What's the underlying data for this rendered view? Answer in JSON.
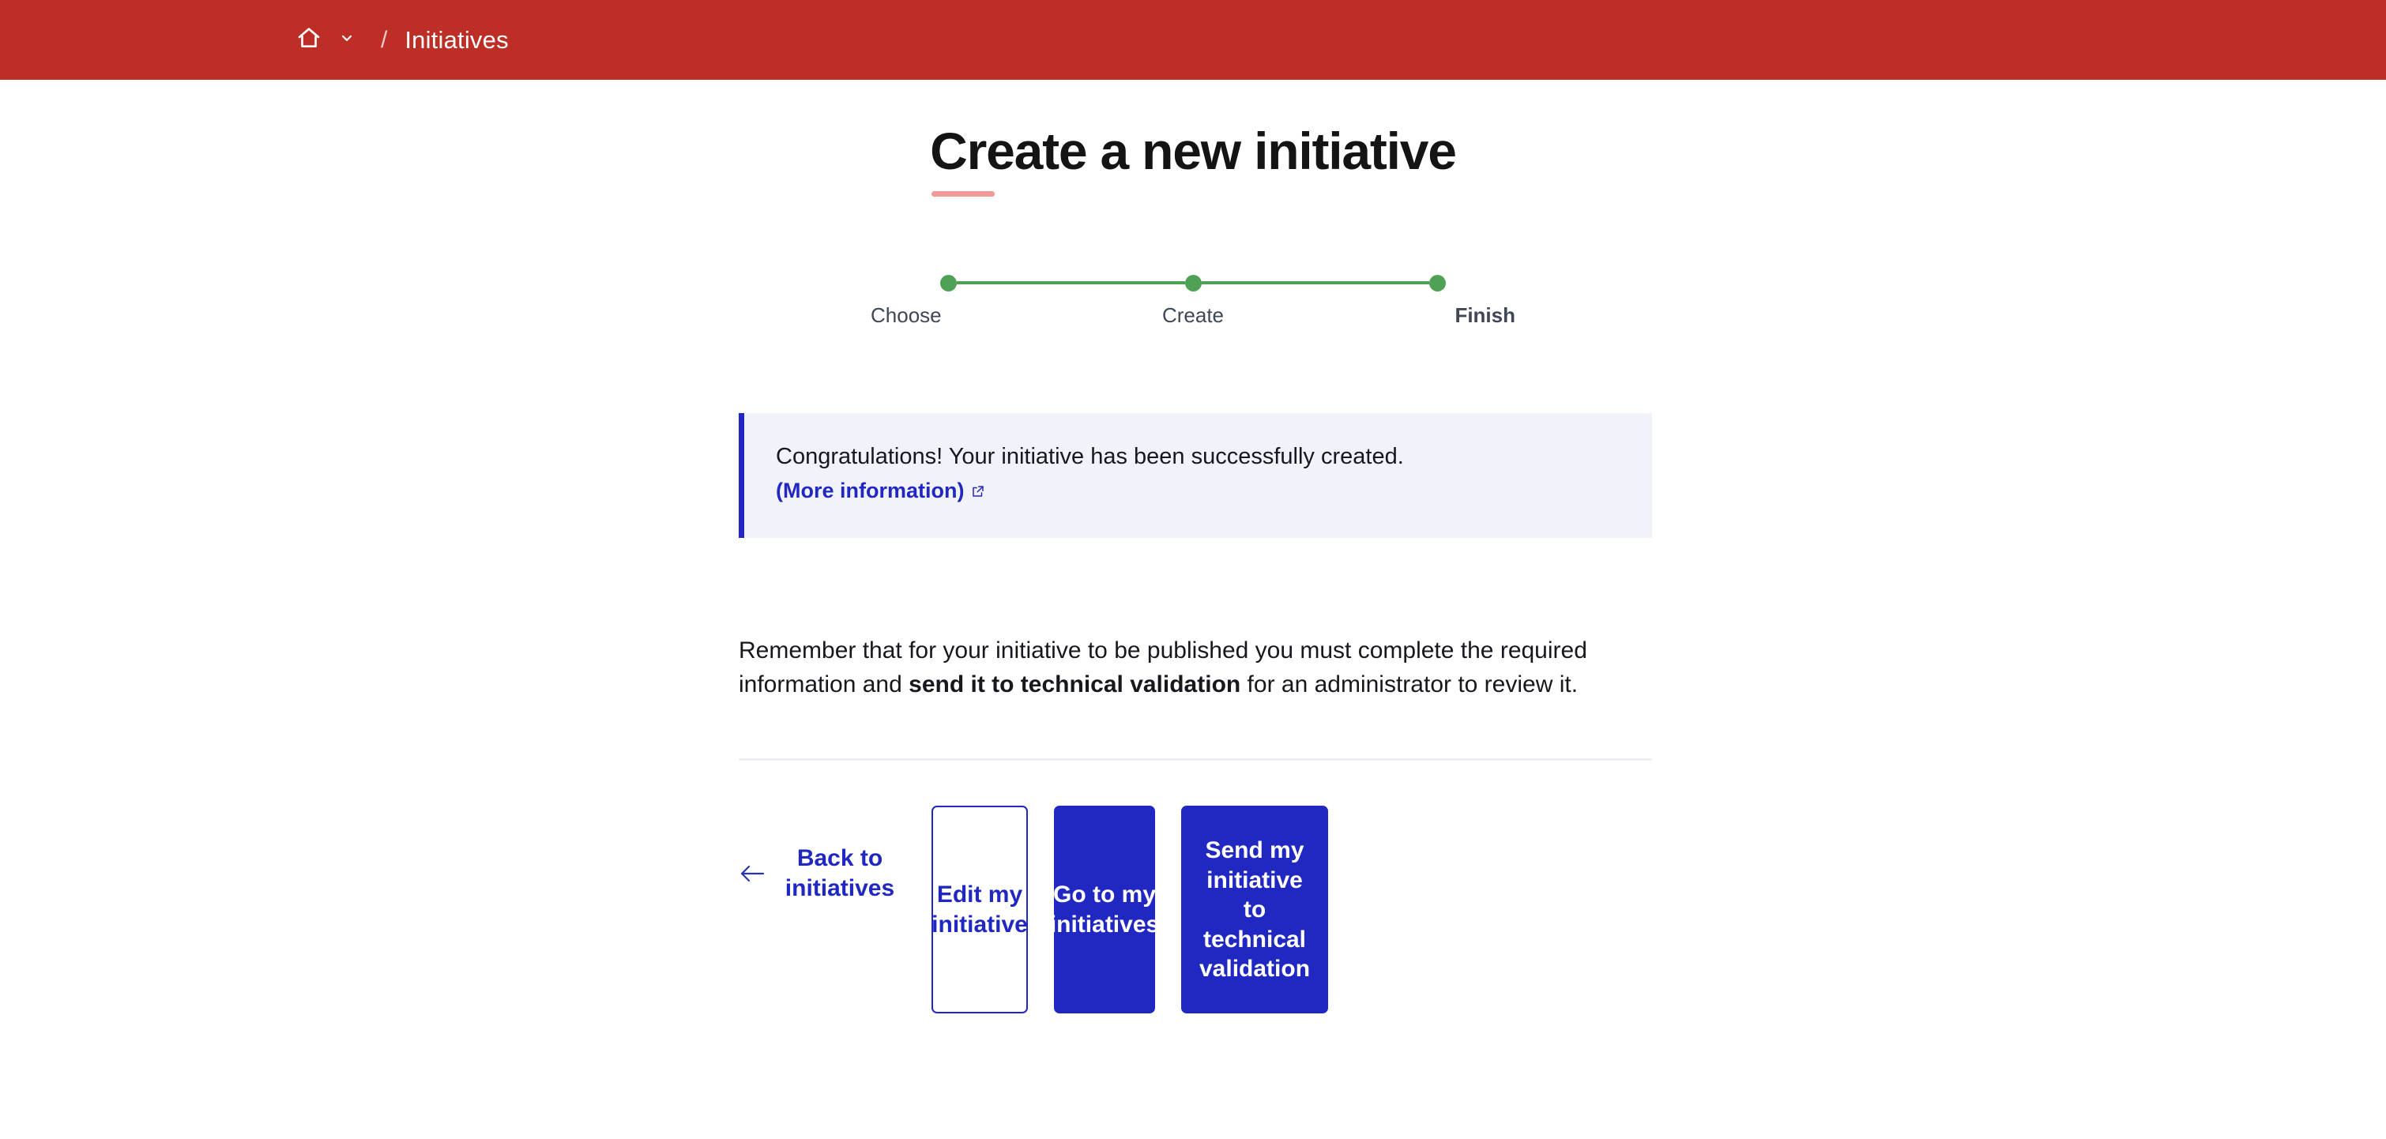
{
  "header": {
    "home_icon": "home-icon",
    "chevron_icon": "chevron-down-icon",
    "separator": "/",
    "breadcrumb_current": "Initiatives",
    "background_color": "#bc2e26"
  },
  "page": {
    "title": "Create a new initiative",
    "accent_color": "#ef9a98"
  },
  "stepper": {
    "active_color": "#4ea155",
    "steps": [
      {
        "label": "Choose",
        "state": "complete"
      },
      {
        "label": "Create",
        "state": "complete"
      },
      {
        "label": "Finish",
        "state": "current"
      }
    ]
  },
  "callout": {
    "message": "Congratulations! Your initiative has been successfully created.",
    "link_label": "(More information)",
    "link_icon": "external-link-icon",
    "background_color": "#f2f2fa",
    "border_color": "#2226c4"
  },
  "body": {
    "paragraph_part1": "Remember that for your initiative to be published you must complete the required information and ",
    "paragraph_bold": "send it to technical validation",
    "paragraph_part2": " for an administrator to review it."
  },
  "actions": {
    "back_arrow_icon": "arrow-left-icon",
    "back_label": "Back to initiatives",
    "edit_label": "Edit my initiative",
    "goto_label": "Go to my initiatives",
    "send_label": "Send my initiative to technical validation",
    "primary_color": "#2128c2"
  }
}
